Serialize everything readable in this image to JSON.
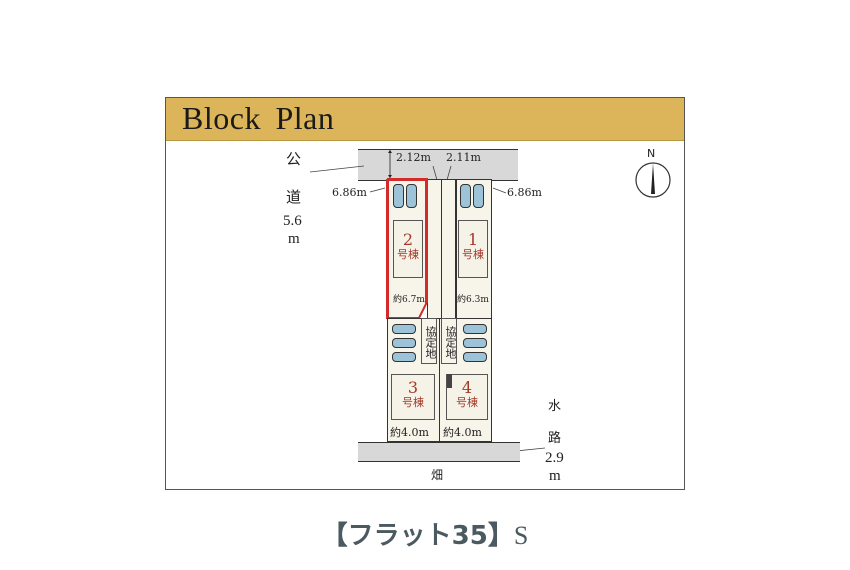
{
  "header": {
    "title": "Block Plan"
  },
  "roads": {
    "public_road": {
      "label_chars": [
        "公",
        "道"
      ],
      "width_value": "5.6",
      "width_unit": "m"
    },
    "waterway": {
      "label_chars": [
        "水",
        "路"
      ],
      "width_value": "2.9",
      "width_unit": "m"
    },
    "field_label": "畑"
  },
  "dimensions": {
    "frontage_left": "2.12m",
    "frontage_right": "2.11m",
    "lot2_side": "6.86m",
    "lot1_side": "6.86m",
    "lot2_depth": "約6.7m",
    "lot1_depth": "約6.3m",
    "lot3_depth": "約4.0m",
    "lot4_depth": "約4.0m"
  },
  "agreement_land": {
    "left": "協定地",
    "right": "協定地"
  },
  "lots": [
    {
      "id": "2",
      "number": "2",
      "unit": "号棟",
      "highlighted": true
    },
    {
      "id": "1",
      "number": "1",
      "unit": "号棟",
      "highlighted": false
    },
    {
      "id": "3",
      "number": "3",
      "unit": "号棟",
      "highlighted": false
    },
    {
      "id": "4",
      "number": "4",
      "unit": "号棟",
      "highlighted": false
    }
  ],
  "compass": {
    "label": "N"
  },
  "footer": {
    "bracket_open": "【",
    "text": "フラット35",
    "bracket_close": "】",
    "suffix": "S"
  },
  "colors": {
    "header": "#dcb459",
    "highlight": "#d42a2a",
    "lot_label": "#a33a2a",
    "road": "#d8d8d8",
    "footer": "#4a5a60"
  }
}
